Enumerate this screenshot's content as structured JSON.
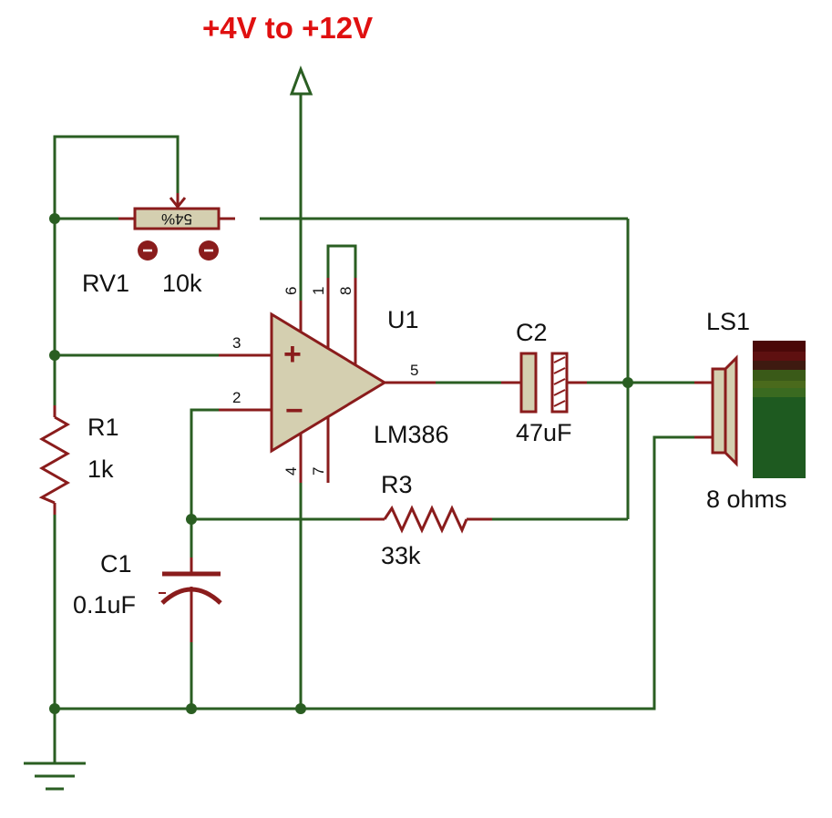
{
  "supply_label": "+4V to +12V",
  "rv1": {
    "ref": "RV1",
    "value": "10k",
    "setting": "54%"
  },
  "u1": {
    "ref": "U1",
    "part": "LM386",
    "pins": {
      "p3": "3",
      "p2": "2",
      "p5": "5",
      "p6": "6",
      "p1": "1",
      "p8": "8",
      "p4": "4",
      "p7": "7"
    },
    "plus": "+",
    "minus": "−"
  },
  "r1": {
    "ref": "R1",
    "value": "1k"
  },
  "r3": {
    "ref": "R3",
    "value": "33k"
  },
  "c1": {
    "ref": "C1",
    "value": "0.1uF"
  },
  "c2": {
    "ref": "C2",
    "value": "47uF"
  },
  "ls1": {
    "ref": "LS1",
    "value": "8 ohms"
  },
  "colors": {
    "wire": "#2a5e22",
    "component": "#8a1c1c",
    "body_fill": "#d4cfb0",
    "supply_text": "#e01010"
  }
}
